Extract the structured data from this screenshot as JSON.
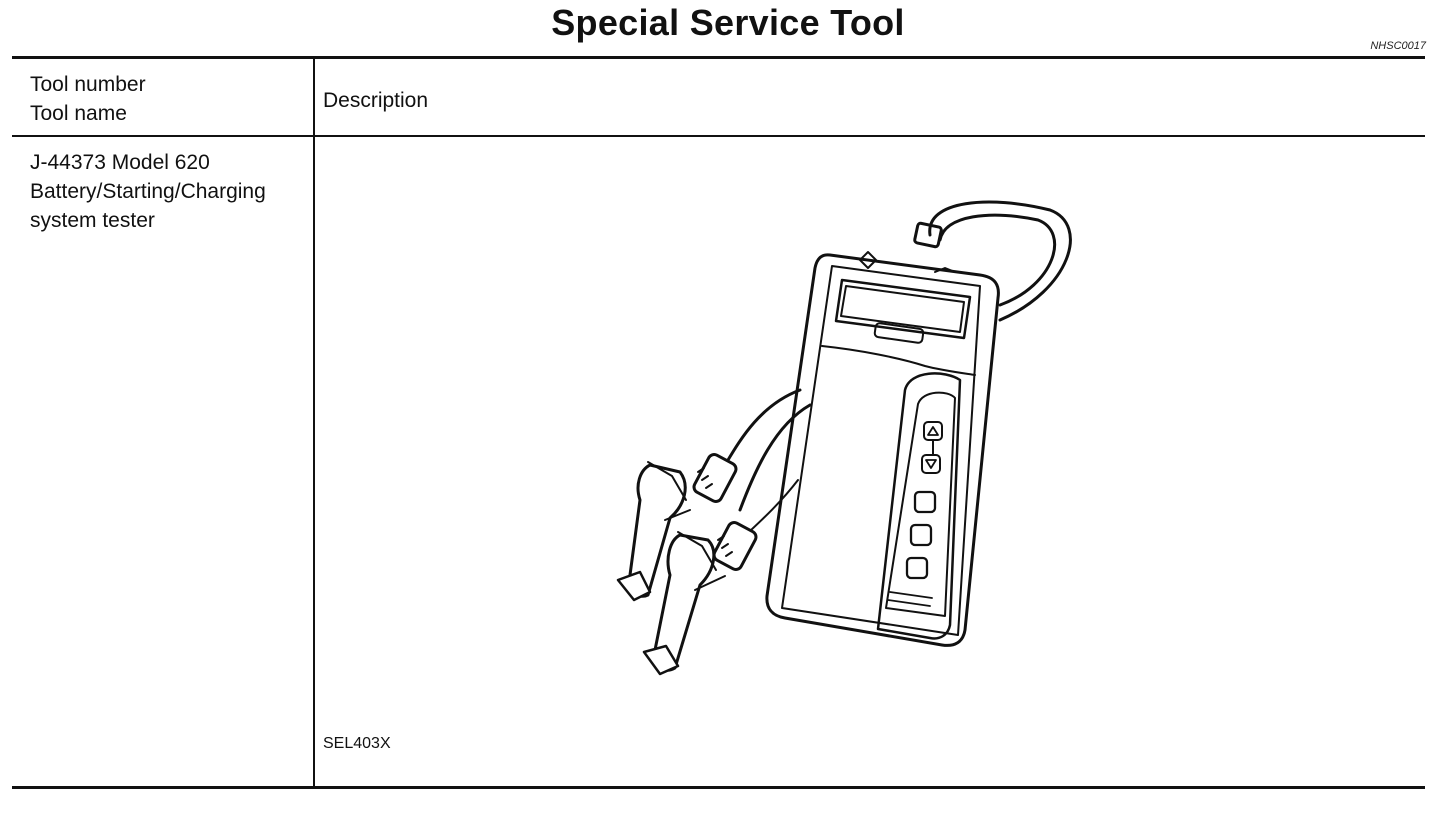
{
  "page": {
    "title": "Special Service Tool",
    "code": "NHSC0017"
  },
  "table": {
    "header": {
      "tool_number": "Tool number",
      "tool_name": "Tool name",
      "description": "Description"
    },
    "rows": [
      {
        "tool_line1": "J-44373 Model 620",
        "tool_line2": "Battery/Starting/Charging",
        "tool_line3": "system tester",
        "figure_code": "SEL403X",
        "figure_icon": "battery-tester-illustration-icon"
      }
    ]
  }
}
